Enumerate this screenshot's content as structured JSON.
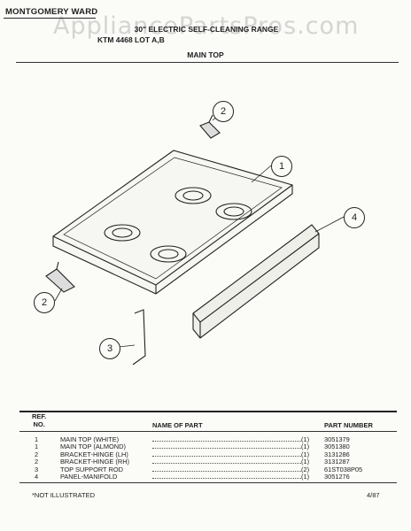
{
  "header": {
    "brand": "MONTGOMERY WARD",
    "title_line1": "30\" ELECTRIC SELF-CLEANING RANGE",
    "title_line2": "KTM 4468 LOT A,B",
    "section": "MAIN TOP",
    "watermark": "AppliancePartsPros.com"
  },
  "callouts": [
    "1",
    "2",
    "2",
    "3",
    "4"
  ],
  "parts_table": {
    "headers": {
      "ref": "REF.",
      "no": "NO.",
      "name": "NAME OF PART",
      "part_number": "PART NUMBER"
    },
    "rows": [
      {
        "ref": "1",
        "name": "MAIN TOP (WHITE)",
        "qty": "(1)",
        "part_number": "3051379"
      },
      {
        "ref": "1",
        "name": "MAIN TOP (ALMOND)",
        "qty": "(1)",
        "part_number": "3051380"
      },
      {
        "ref": "2",
        "name": "BRACKET-HINGE (LH)",
        "qty": "(1)",
        "part_number": "3131286"
      },
      {
        "ref": "2",
        "name": "BRACKET-HINGE (RH)",
        "qty": "(1)",
        "part_number": "3131287"
      },
      {
        "ref": "3",
        "name": "TOP SUPPORT ROD",
        "qty": "(2)",
        "part_number": "61ST038P05"
      },
      {
        "ref": "4",
        "name": "PANEL-MANIFOLD",
        "qty": "(1)",
        "part_number": "3051276"
      }
    ]
  },
  "footer": {
    "note": "*NOT ILLUSTRATED",
    "date": "4/87"
  }
}
